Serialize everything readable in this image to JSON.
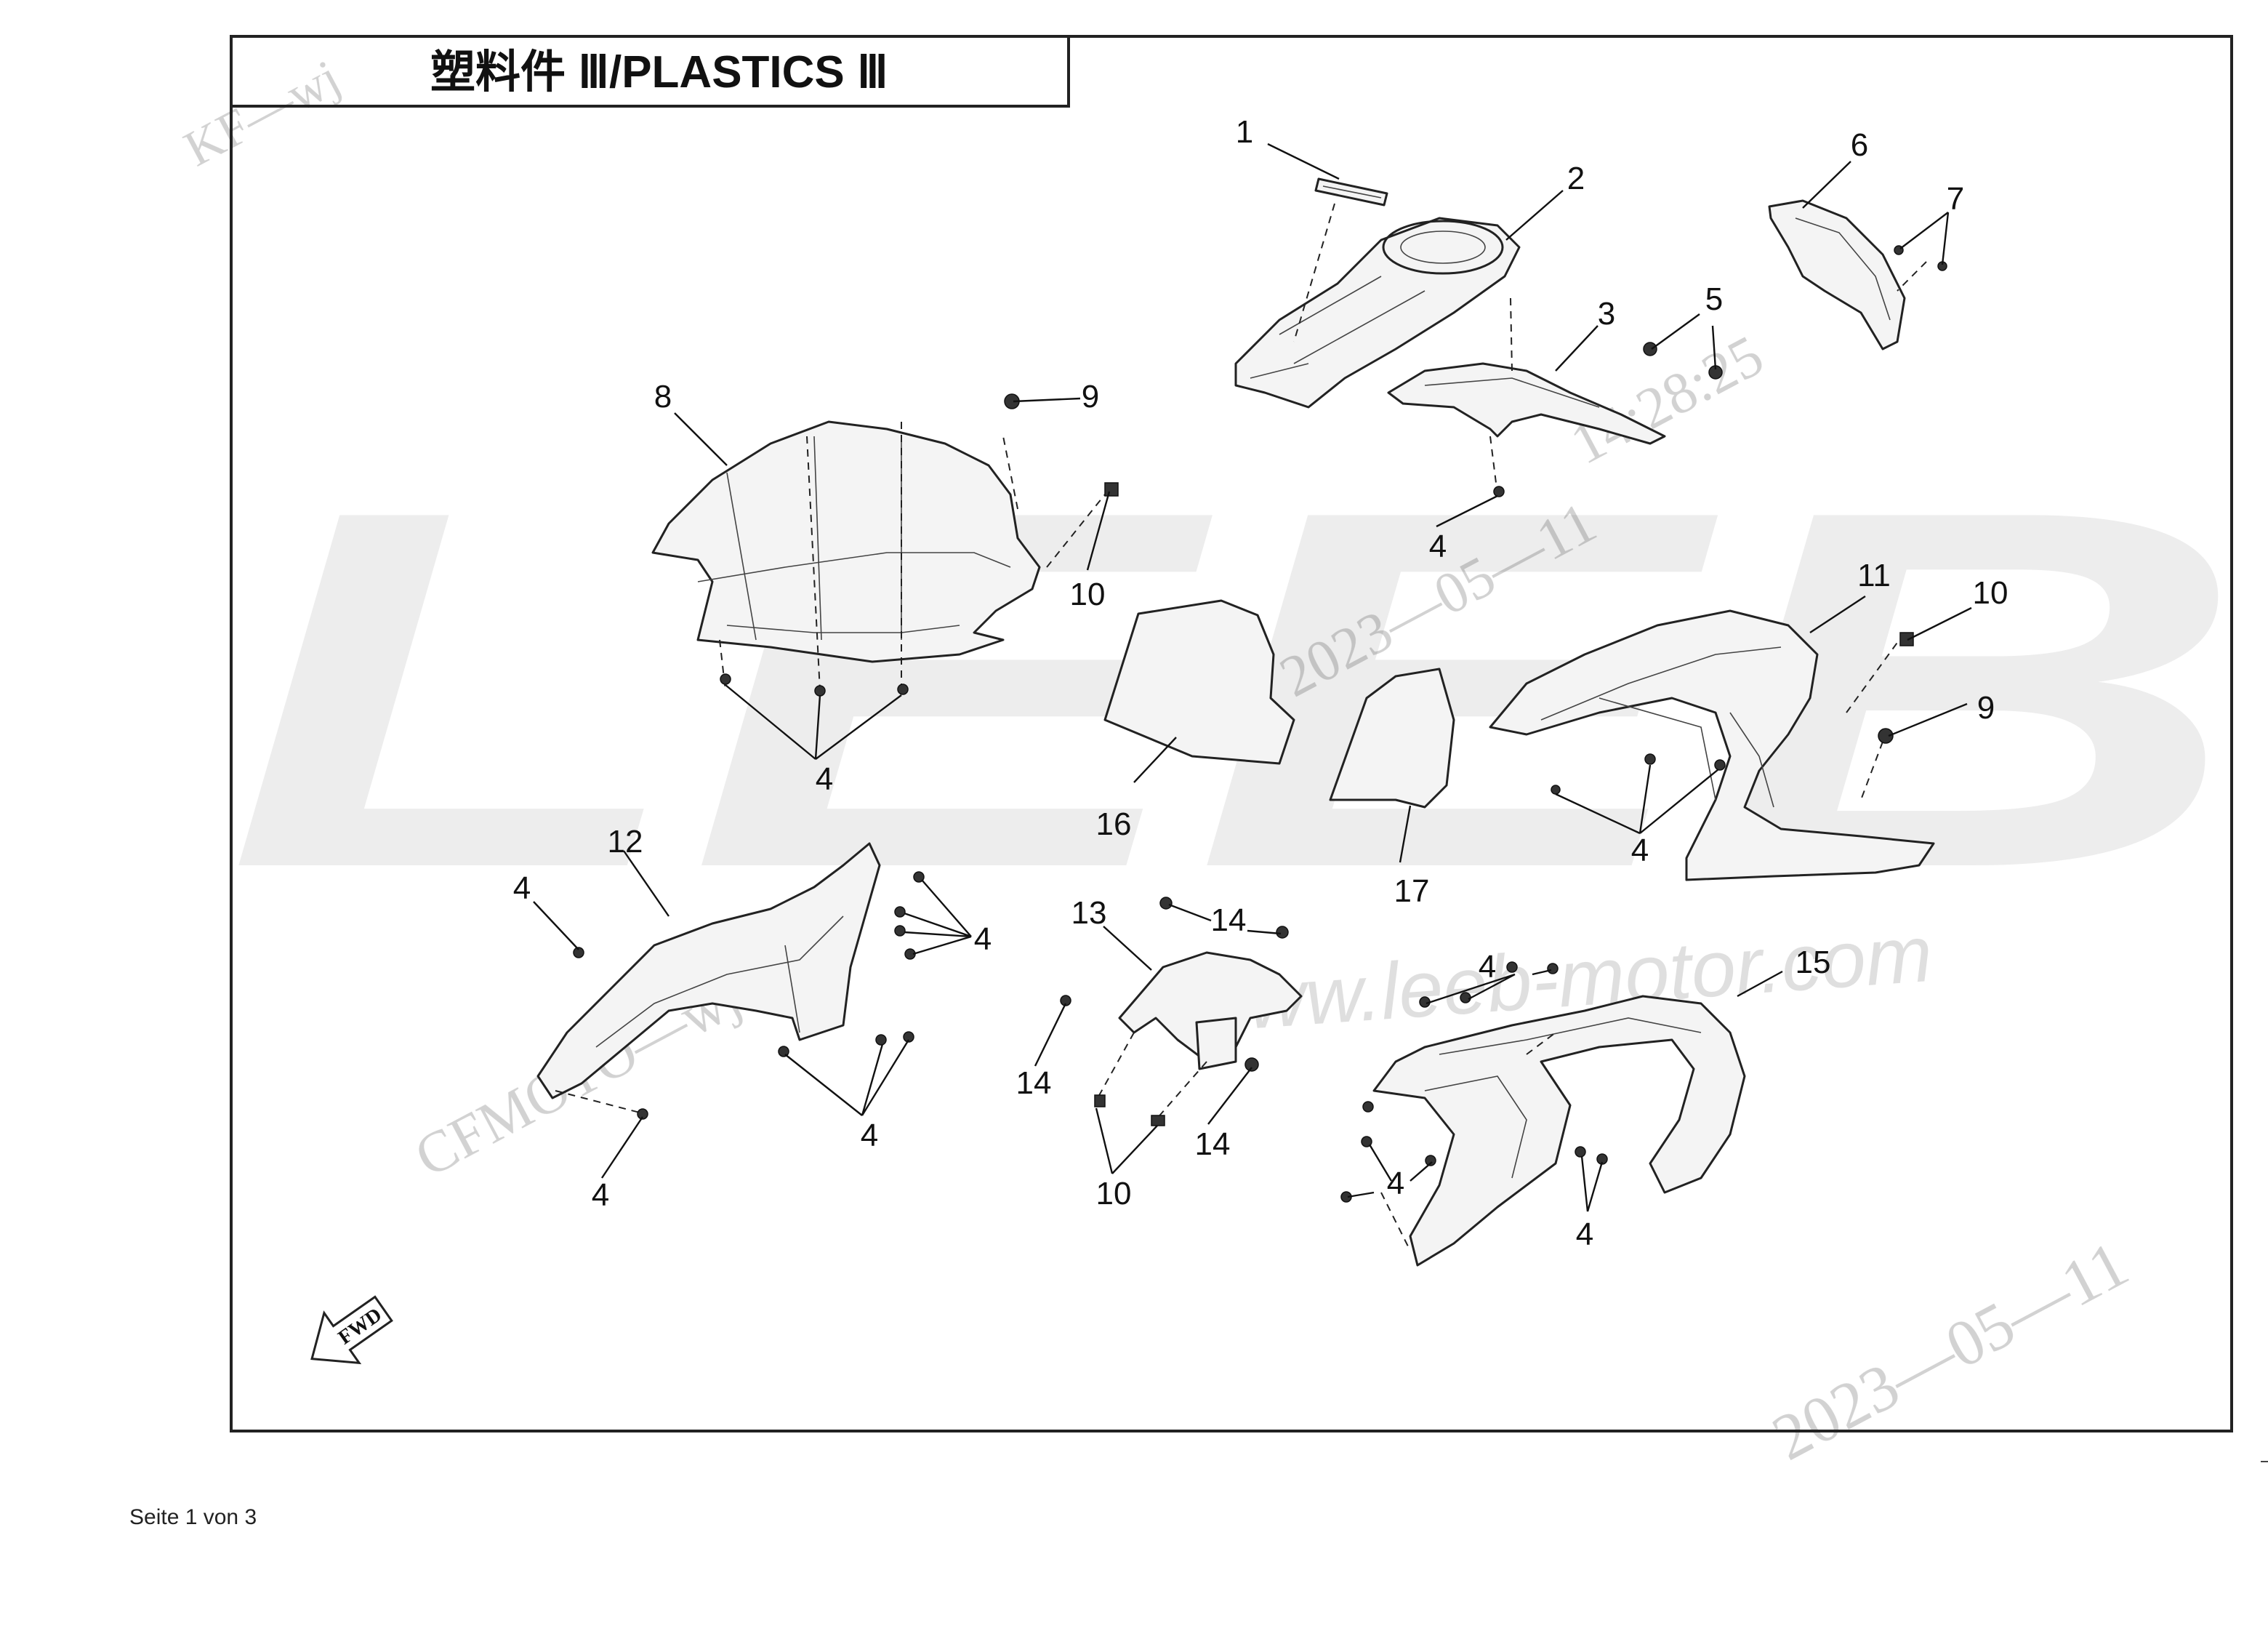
{
  "diagram": {
    "title": "塑料件 Ⅲ/PLASTICS Ⅲ",
    "direction_badge": "FWD",
    "watermark_brand": "LEEB",
    "watermark_site": "www.leeb-motor.com",
    "watermark_code_1": "KF—wj",
    "watermark_code_2": "CFMOTO—wj",
    "watermark_date_1": "2023—05—11",
    "watermark_date_2": "2023—05—11",
    "watermark_date_3": "14:28:25",
    "callouts": {
      "c1": "1",
      "c2": "2",
      "c3": "3",
      "c4_a": "4",
      "c4_b": "4",
      "c4_c": "4",
      "c4_d": "4",
      "c4_e": "4",
      "c4_f": "4",
      "c4_g": "4",
      "c4_h": "4",
      "c4_i": "4",
      "c4_j": "4",
      "c5": "5",
      "c6": "6",
      "c7": "7",
      "c8": "8",
      "c9_a": "9",
      "c9_b": "9",
      "c10_a": "10",
      "c10_b": "10",
      "c10_c": "10",
      "c11": "11",
      "c12": "12",
      "c13": "13",
      "c14_a": "14",
      "c14_b": "14",
      "c14_c": "14",
      "c15": "15",
      "c16": "16",
      "c17": "17"
    }
  },
  "footer": {
    "page_label": "Seite 1 von 3"
  }
}
